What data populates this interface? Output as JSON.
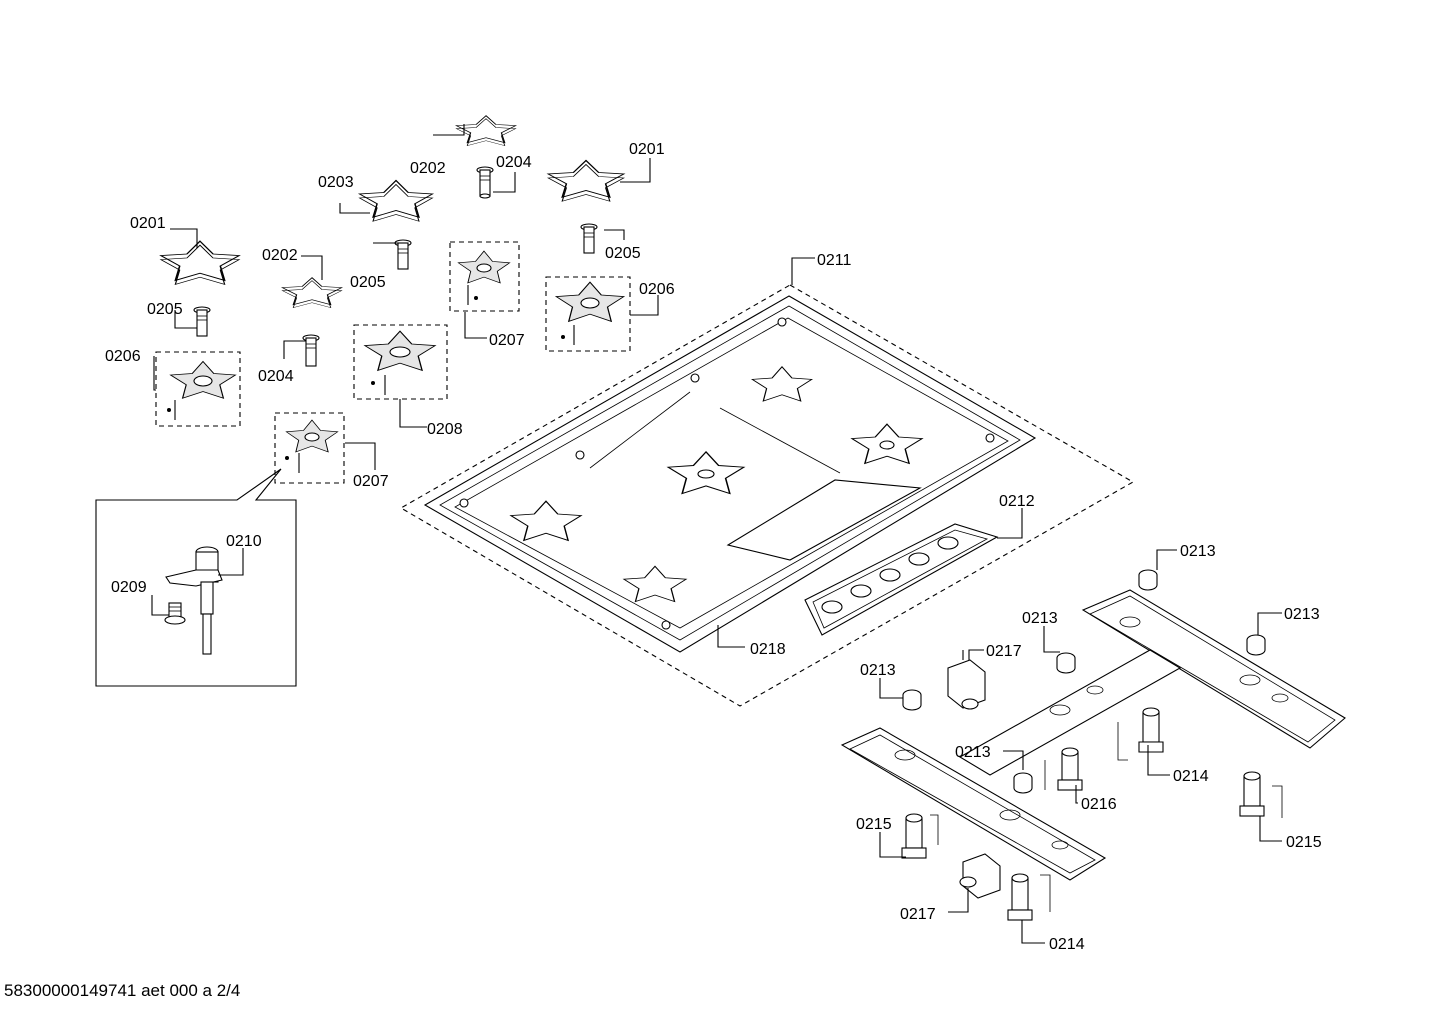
{
  "footer": {
    "document_code": "58300000149741 aet 000 a 2/4"
  },
  "callouts": {
    "c01": "0201",
    "c02": "0202",
    "c03": "0203",
    "c04": "0204",
    "c05": "0201",
    "c06": "0202",
    "c07": "0205",
    "c08": "0205",
    "c09": "0204",
    "c10": "0205",
    "c11": "0206",
    "c12": "0206",
    "c13": "0207",
    "c14": "0208",
    "c15": "0204",
    "c16": "0207",
    "c17": "0211",
    "c18": "0210",
    "c19": "0209",
    "c20": "0212",
    "c21": "0218",
    "c22": "0213",
    "c23": "0213",
    "c24": "0213",
    "c25": "0213",
    "c26": "0217",
    "c27": "0213",
    "c28": "0214",
    "c29": "0216",
    "c30": "0215",
    "c31": "0215",
    "c32": "0217",
    "c33": "0214"
  }
}
